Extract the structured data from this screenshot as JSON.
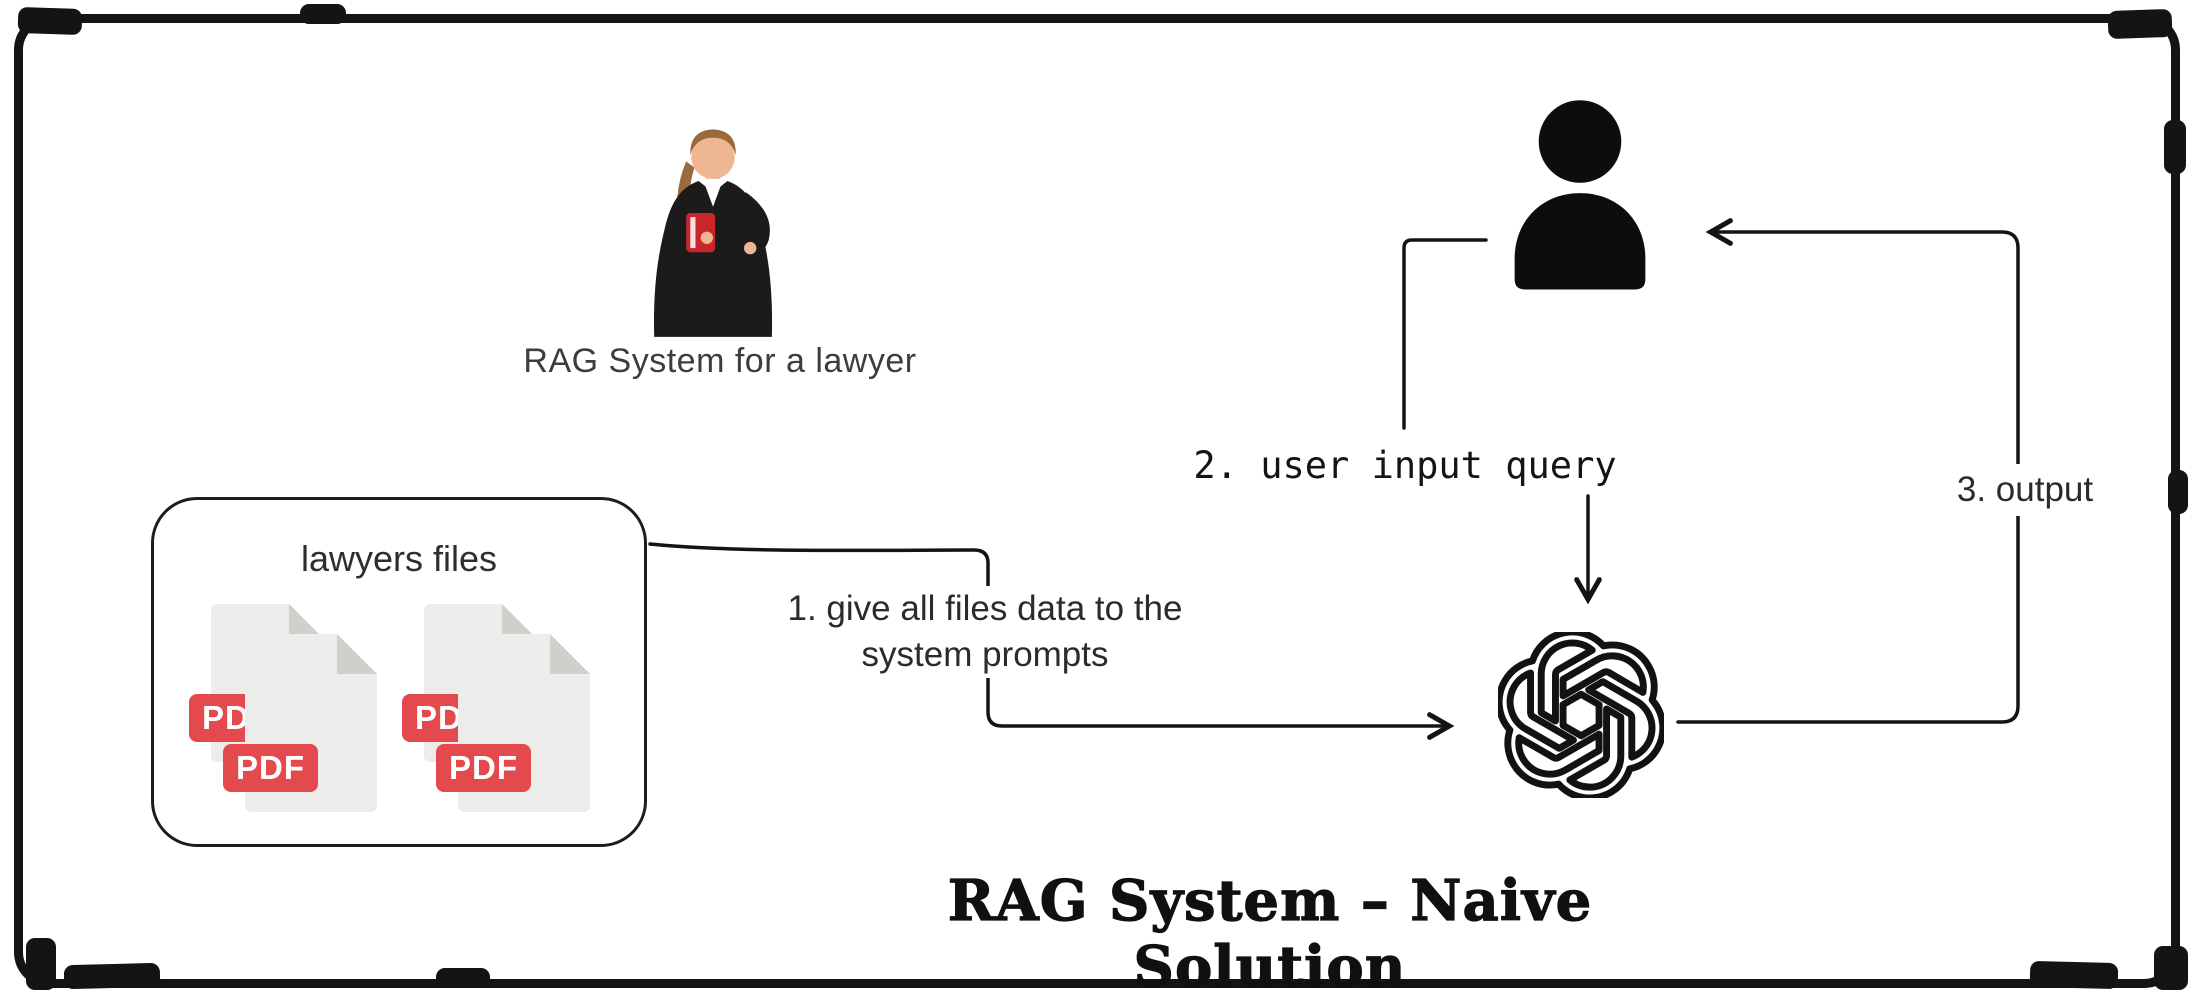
{
  "colors": {
    "ink": "#141414",
    "pdf-red": "#e4494e",
    "page-gray": "#ececea",
    "fold-gray": "#cfcfcc"
  },
  "lawyer": {
    "caption": "RAG System for a lawyer"
  },
  "files_box": {
    "label": "lawyers files",
    "pdf_badge": "PDF"
  },
  "flow": {
    "step1_line1": "1. give all files data to the",
    "step1_line2": "system prompts",
    "step2": "2. user input query",
    "step3": "3. output"
  },
  "title": "RAG System – Naive Solution"
}
